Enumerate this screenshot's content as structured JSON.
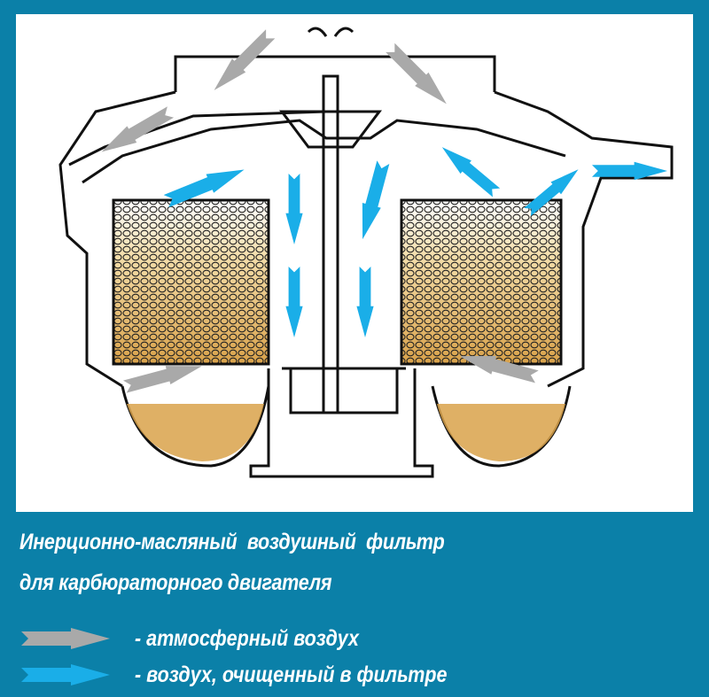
{
  "title": {
    "line1": "Инерционно-масляный  воздушный  фильтр",
    "line2": "для карбюраторного двигателя"
  },
  "legend": [
    {
      "label": "- атмосферный воздух",
      "icon": "gray-arrow-icon",
      "color": "#a9a9a9"
    },
    {
      "label": "- воздух, очищенный в фильтре",
      "icon": "blue-arrow-icon",
      "color": "#1aaee8"
    }
  ],
  "colors": {
    "background": "#0b80a8",
    "panel": "#ffffff",
    "oil": "#d9a24a",
    "atmospheric_air": "#a9a9a9",
    "clean_air": "#1aaee8"
  }
}
